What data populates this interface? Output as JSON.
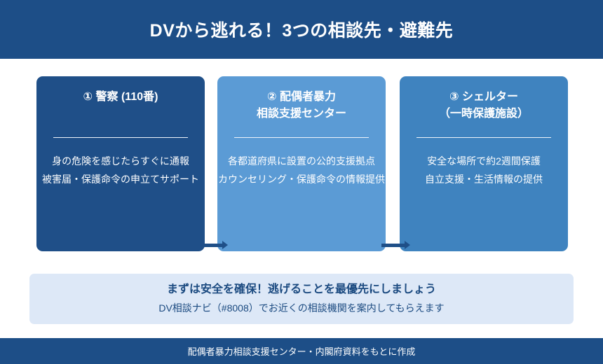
{
  "header": {
    "title": "DVから逃れる！3つの相談先・避難先"
  },
  "cards": [
    {
      "title_lines": [
        "① 警察 (110番)"
      ],
      "body_lines": [
        "身の危険を感じたらすぐに通報",
        "被害届・保護命令の申立てサポート"
      ],
      "color": "#1f4f88"
    },
    {
      "title_lines": [
        "② 配偶者暴力",
        "相談支援センター"
      ],
      "body_lines": [
        "各都道府県に設置の公的支援拠点",
        "カウンセリング・保護命令の情報提供"
      ],
      "color": "#5b9bd5"
    },
    {
      "title_lines": [
        "③ シェルター",
        "（一時保護施設）"
      ],
      "body_lines": [
        "安全な場所で約2週間保護",
        "自立支援・生活情報の提供"
      ],
      "color": "#3f83bf"
    }
  ],
  "notice": {
    "main": "まずは安全を確保！逃げることを最優先にしましょう",
    "sub": "DV相談ナビ（#8008）でお近くの相談機関を案内してもらえます",
    "color": "#dde8f7"
  },
  "footer": {
    "text": "配偶者暴力相談支援センター・内閣府資料をもとに作成"
  },
  "theme": {
    "navy": "#1d4e87",
    "light_blue": "#5b9bd5",
    "mid_blue": "#3f83bf",
    "pale_blue": "#dde8f7",
    "white": "#ffffff"
  }
}
